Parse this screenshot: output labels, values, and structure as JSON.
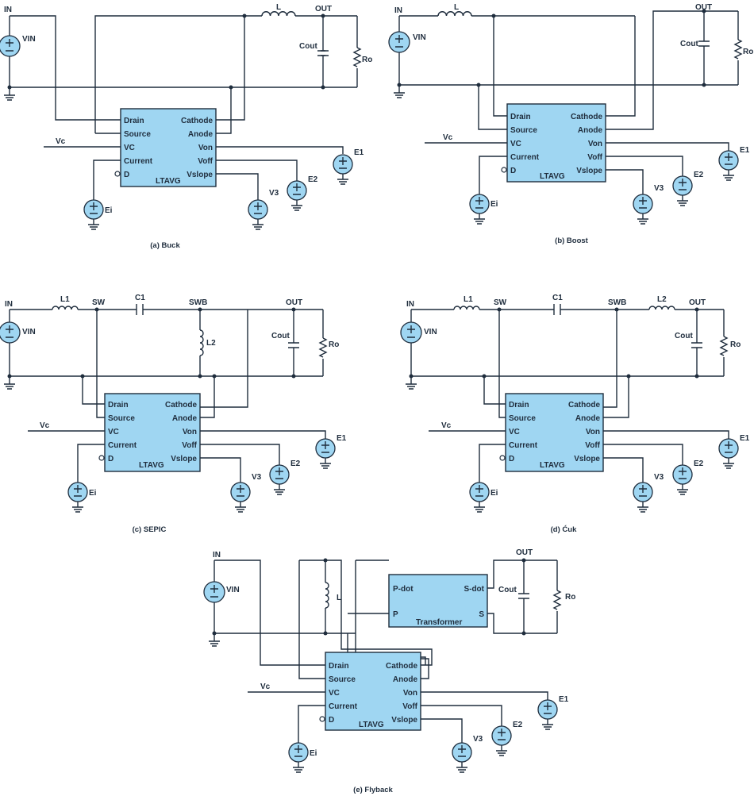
{
  "colors": {
    "wire": "#1f2d3d",
    "block_fill": "#9fd6f2",
    "background": "#ffffff"
  },
  "block": {
    "name": "LTAVG",
    "left_pins": [
      "Drain",
      "Source",
      "VC",
      "Current",
      "D"
    ],
    "right_pins": [
      "Cathode",
      "Anode",
      "Von",
      "Voff",
      "Vslope"
    ]
  },
  "sources": {
    "vin": "VIN",
    "e1": "E1",
    "e2": "E2",
    "v3": "V3",
    "ei": "Ei"
  },
  "nets": {
    "in": "IN",
    "out": "OUT",
    "sw": "SW",
    "swb": "SWB",
    "vc": "Vc"
  },
  "components": {
    "l": "L",
    "l1": "L1",
    "l2": "L2",
    "c1": "C1",
    "cout": "Cout",
    "ro": "Ro"
  },
  "transformer": {
    "name": "Transformer",
    "p_dot": "P-dot",
    "p": "P",
    "s_dot": "S-dot",
    "s": "S"
  },
  "captions": {
    "a": "(a) Buck",
    "b": "(b) Boost",
    "c": "(c) SEPIC",
    "d": "(d) Ćuk",
    "e": "(e) Flyback"
  }
}
